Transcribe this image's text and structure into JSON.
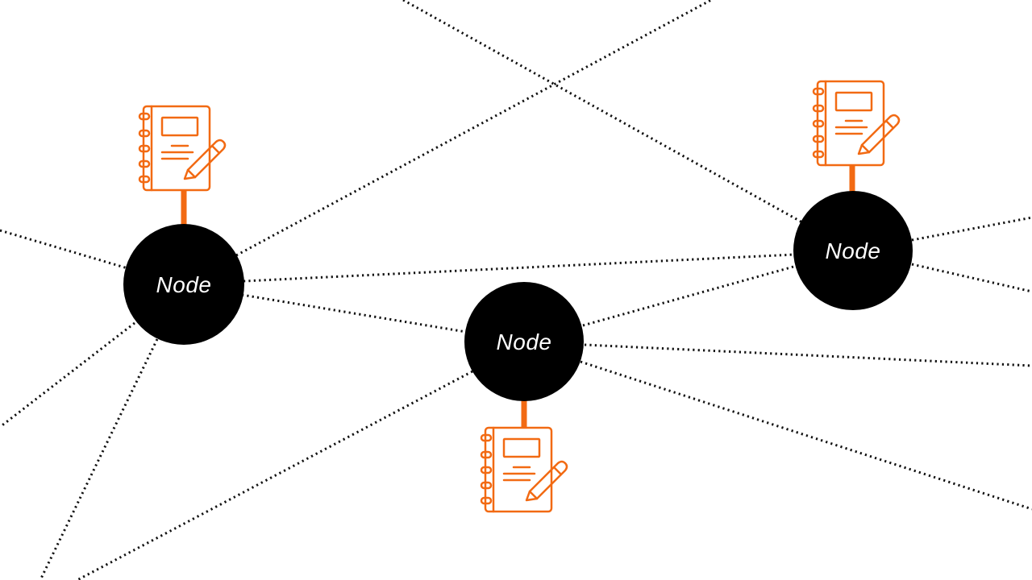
{
  "diagram": {
    "type": "network",
    "colors": {
      "background": "#ffffff",
      "node_fill": "#000000",
      "node_text": "#ffffff",
      "link": "#111111",
      "accent": "#f26a13"
    },
    "nodes": [
      {
        "id": "node-left",
        "label": "Node",
        "icon": "notebook-pencil-icon"
      },
      {
        "id": "node-center",
        "label": "Node",
        "icon": "notebook-pencil-icon"
      },
      {
        "id": "node-right",
        "label": "Node",
        "icon": "notebook-pencil-icon"
      }
    ]
  }
}
